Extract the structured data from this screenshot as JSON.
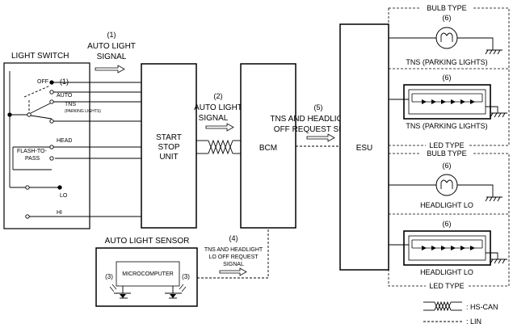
{
  "light_switch": {
    "title": "LIGHT SWITCH",
    "positions": {
      "off": "OFF",
      "auto": "AUTO",
      "tns": "TNS",
      "tns_sub": "(PARKING LIGHTS)",
      "head": "HEAD",
      "flash_line1": "FLASH-TO-",
      "flash_line2": "PASS",
      "lo": "LO",
      "hi": "HI"
    },
    "callout": "(1)"
  },
  "start_stop_unit": {
    "line1": "START",
    "line2": "STOP",
    "line3": "UNIT"
  },
  "bcm": {
    "label": "BCM"
  },
  "esu": {
    "label": "ESU"
  },
  "auto_light_sensor": {
    "title": "AUTO LIGHT SENSOR",
    "microcomputer": "MICROCOMPUTER",
    "left_callout": "(3)",
    "right_callout": "(3)"
  },
  "signals": {
    "s1": {
      "number": "(1)",
      "line1": "AUTO LIGHT",
      "line2": "SIGNAL"
    },
    "s2": {
      "number": "(2)",
      "line1": "AUTO LIGHT",
      "line2": "SIGNAL"
    },
    "s4": {
      "number": "(4)",
      "line1": "TNS AND HEADLIGHT",
      "line2": "LO OFF REQUEST",
      "line3": "SIGNAL"
    },
    "s5": {
      "number": "(5)",
      "line1": "TNS AND HEADLIGHT LO",
      "line2": "OFF REQUEST SIGNAL"
    }
  },
  "lamps": [
    {
      "type_label": "BULB TYPE",
      "number": "(6)",
      "name": "TNS (PARKING LIGHTS)",
      "icon": "bulb-icon"
    },
    {
      "type_label": "LED TYPE",
      "number": "(6)",
      "name": "TNS (PARKING LIGHTS)",
      "icon": "led-array-icon"
    },
    {
      "type_label": "BULB TYPE",
      "number": "(6)",
      "name": "HEADLIGHT LO",
      "icon": "bulb-icon"
    },
    {
      "type_label": "LED TYPE",
      "number": "(6)",
      "name": "HEADLIGHT LO",
      "icon": "led-array-icon"
    }
  ],
  "legend": {
    "hs_can": ": HS-CAN",
    "lin": ": LIN"
  }
}
